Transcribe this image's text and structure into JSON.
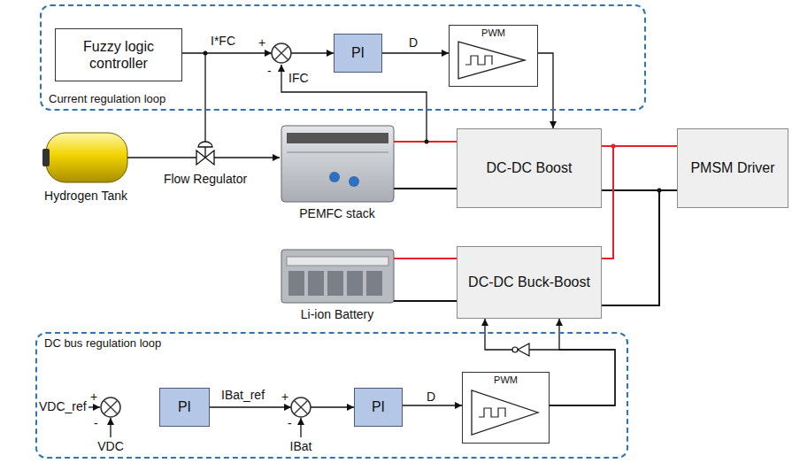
{
  "diagram": {
    "nodes": [
      {
        "text": [
          "Current regulation loop"
        ]
      },
      {
        "text": [
          "Fuzzy logic controller"
        ],
        "in": 0
      },
      {
        "text": [
          "PI"
        ],
        "in": 0
      },
      {
        "text": [
          "PWM"
        ],
        "in": 0
      },
      {
        "text": [
          "DC-DC Boost"
        ]
      },
      {
        "text": [
          "PMSM Driver"
        ]
      },
      {
        "text": [
          "DC-DC Buck-Boost"
        ]
      },
      {
        "text": [
          "DC bus regulation loop"
        ]
      },
      {
        "text": [
          "PI"
        ],
        "in": 7
      },
      {
        "text": [
          "PI"
        ],
        "in": 7
      },
      {
        "text": [
          "PWM"
        ],
        "in": 7
      }
    ],
    "edges": [
      {
        "from": 1,
        "to": 2,
        "arrow": "to"
      },
      {
        "from": 2,
        "to": 3,
        "label": "D",
        "arrow": "to"
      },
      {
        "from": 3,
        "to": 4,
        "arrow": "to"
      },
      {
        "from": 4,
        "to": 5,
        "arrow": "none"
      },
      {
        "from": 4,
        "to": 5,
        "arrow": "none"
      },
      {
        "from": 6,
        "to": 5,
        "arrow": "none"
      },
      {
        "from": 6,
        "to": 5,
        "arrow": "none"
      },
      {
        "from": 8,
        "to": 9,
        "label": "IBat_ref",
        "arrow": "to"
      },
      {
        "from": 9,
        "to": 10,
        "label": "D",
        "arrow": "to"
      },
      {
        "from": 10,
        "to": 6,
        "arrow": "to"
      },
      {
        "from": 10,
        "to": 6,
        "arrow": "to"
      }
    ],
    "labels": [
      "I*FC",
      "+",
      "-",
      "IFC",
      "Hydrogen Tank",
      "Flow Regulator",
      "PEMFC stack",
      "Li-ion Battery",
      "VDC_ref",
      "+",
      "-",
      "VDC",
      "+",
      "-",
      "IBat"
    ]
  }
}
